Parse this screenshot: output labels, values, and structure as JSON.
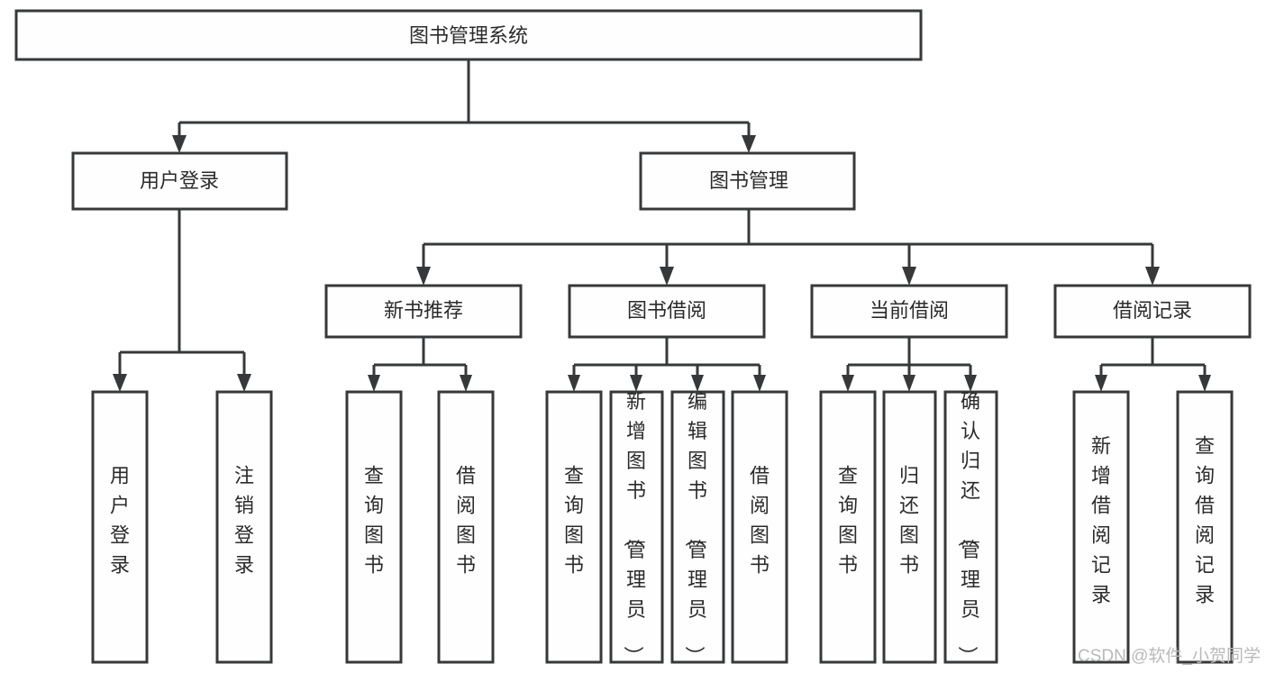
{
  "diagram": {
    "title": "图书管理系统",
    "type": "tree-hierarchy-chart",
    "background_color": "#ffffff",
    "line_color": "#36383a",
    "box_fill_color": "#fefefe",
    "text_color": "#2b2b2b"
  },
  "nodes": {
    "root": {
      "label": "图书管理系统"
    },
    "level2": [
      {
        "id": "user-login",
        "label": "用户登录"
      },
      {
        "id": "book-management",
        "label": "图书管理"
      }
    ],
    "level3": [
      {
        "id": "new-book-recommend",
        "label": "新书推荐"
      },
      {
        "id": "book-borrow",
        "label": "图书借阅"
      },
      {
        "id": "current-borrow",
        "label": "当前借阅"
      },
      {
        "id": "borrow-record",
        "label": "借阅记录"
      }
    ],
    "leaves": [
      {
        "id": "leaf-user-login",
        "label": "用户登录",
        "parent": "user-login"
      },
      {
        "id": "leaf-logout-login",
        "label": "注销登录",
        "parent": "user-login"
      },
      {
        "id": "leaf-query-book-1",
        "label": "查询图书",
        "parent": "new-book-recommend"
      },
      {
        "id": "leaf-borrow-book-1",
        "label": "借阅图书",
        "parent": "new-book-recommend"
      },
      {
        "id": "leaf-query-book-2",
        "label": "查询图书",
        "parent": "book-borrow"
      },
      {
        "id": "leaf-add-book",
        "label": "新增图书（管理员）",
        "parent": "book-borrow"
      },
      {
        "id": "leaf-edit-book",
        "label": "编辑图书（管理员）",
        "parent": "book-borrow"
      },
      {
        "id": "leaf-borrow-book-2",
        "label": "借阅图书",
        "parent": "book-borrow"
      },
      {
        "id": "leaf-query-book-3",
        "label": "查询图书",
        "parent": "current-borrow"
      },
      {
        "id": "leaf-return-book",
        "label": "归还图书",
        "parent": "current-borrow"
      },
      {
        "id": "leaf-confirm-return",
        "label": "确认归还（管理员）",
        "parent": "current-borrow"
      },
      {
        "id": "leaf-add-record",
        "label": "新增借阅记录",
        "parent": "borrow-record"
      },
      {
        "id": "leaf-query-record",
        "label": "查询借阅记录",
        "parent": "borrow-record"
      }
    ]
  },
  "watermark": {
    "text": "CSDN @软件_小贺同学"
  }
}
